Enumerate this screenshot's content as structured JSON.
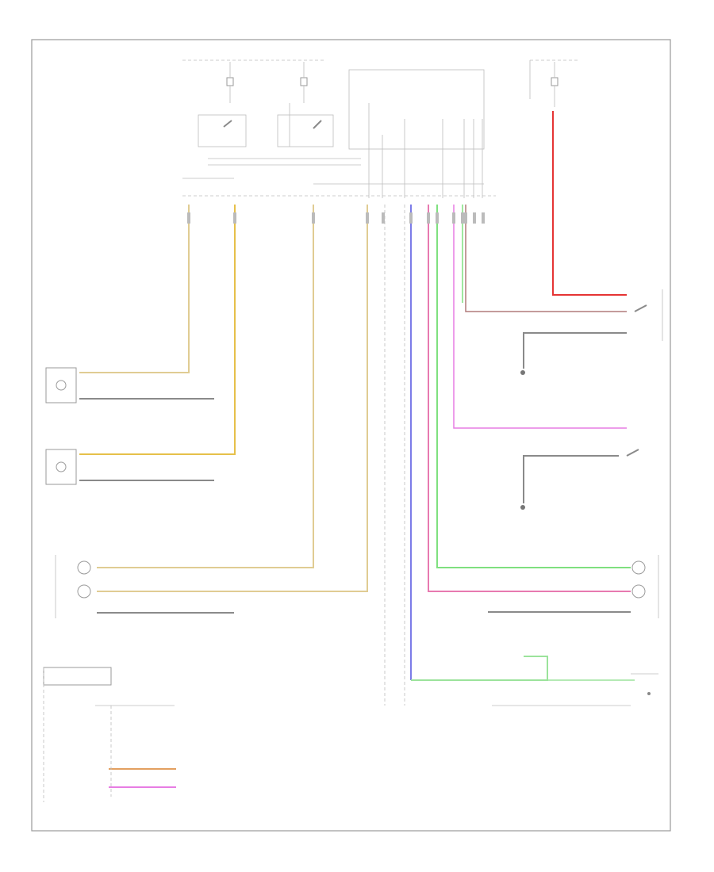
{
  "diagram": {
    "footer_code": "",
    "colors": {
      "tan": "#e0cc93",
      "yellow": "#e6c04a",
      "red": "#e53434",
      "pink": "#e87ab0",
      "magenta": "#e77de3",
      "green": "#7fe07f",
      "blue": "#7b7be8",
      "light_green": "#9be39b",
      "black": "#8a8a8a",
      "frame": "#9a9a9a"
    },
    "components": [
      {
        "id": "fuse-block-left",
        "label": ""
      },
      {
        "id": "fuse-block-mid",
        "label": ""
      },
      {
        "id": "fuse-block-right",
        "label": ""
      },
      {
        "id": "lighting-control-module",
        "label": ""
      },
      {
        "id": "left-park-lamp",
        "label": ""
      },
      {
        "id": "right-park-lamp",
        "label": ""
      },
      {
        "id": "left-headlamp",
        "label": ""
      },
      {
        "id": "right-headlamp",
        "label": ""
      },
      {
        "id": "headlamp-switch",
        "label": ""
      },
      {
        "id": "turn-signal-switch",
        "label": ""
      },
      {
        "id": "auto-lamp-sensor",
        "label": ""
      },
      {
        "id": "multifunction-switch",
        "label": ""
      },
      {
        "id": "instrument-cluster",
        "label": ""
      },
      {
        "id": "ground-g1",
        "label": ""
      },
      {
        "id": "ground-g2",
        "label": ""
      }
    ]
  }
}
